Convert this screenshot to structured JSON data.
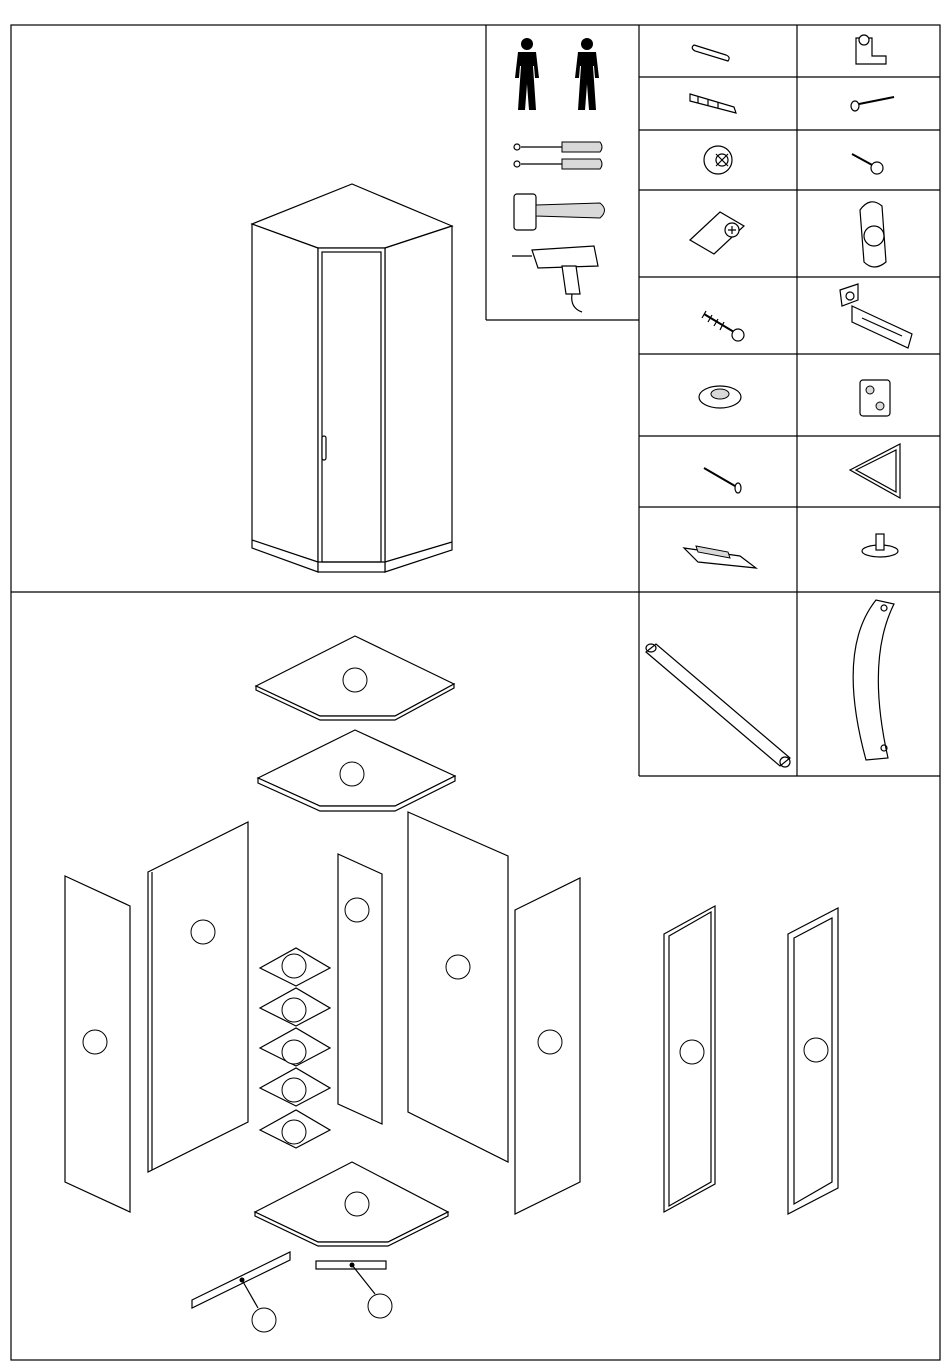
{
  "document": {
    "kind": "furniture assembly instruction sheet",
    "printed_text": []
  },
  "sections": {
    "overview": "assembled-corner-wardrobe",
    "requirements": {
      "people_required": 2,
      "tools": [
        "screwdriver-icon",
        "screwdriver-icon",
        "rubber-mallet-icon",
        "power-drill-icon"
      ]
    },
    "hardware_grid": {
      "columns": 2,
      "items": [
        "wooden-dowel-icon",
        "shelf-support-pin-icon",
        "plastic-anchor-icon",
        "long-screw-icon",
        "cam-lock-icon",
        "short-screw-icon",
        "angle-bracket-icon",
        "hanger-rail-support-icon",
        "chipboard-screw-icon",
        "hinge-icon",
        "screw-cover-cap-icon",
        "hinge-mounting-plate-icon",
        "nail-icon",
        "triangle-corner-brace-icon",
        "furniture-glide-icon",
        "adjustable-foot-icon",
        "hanging-rail-icon",
        "door-handle-icon"
      ]
    },
    "exploded_view": {
      "panels": [
        "top-panel",
        "upper-shelf-panel",
        "left-side-panel",
        "back-panel",
        "shelf-1",
        "shelf-2",
        "shelf-3",
        "shelf-4",
        "shelf-5",
        "shelf-divider-panel",
        "large-back-panel",
        "right-side-panel",
        "door-stile-panel",
        "door-panel",
        "bottom-panel",
        "plinth-rail-left",
        "plinth-rail-front"
      ],
      "callout_labels": []
    }
  }
}
